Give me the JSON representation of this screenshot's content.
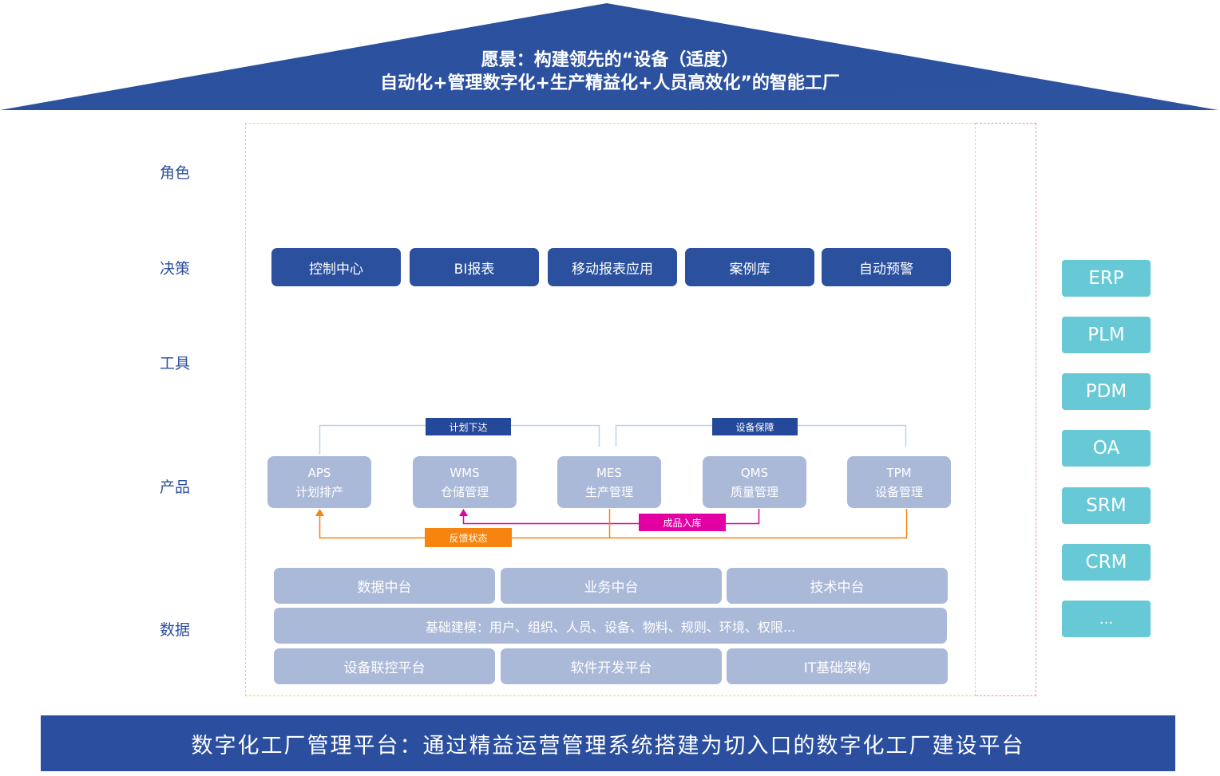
{
  "colors": {
    "brand_blue": "#2b4f9e",
    "product_box": "#abb9d9",
    "external_system": "#66c9d5",
    "plan_line": "#bcd3ee",
    "feedback_orange": "#f7840e",
    "warehouse_magenta": "#e200a3",
    "frame_yellow": "#f5e11a",
    "frame_pink": "#f08cc0"
  },
  "vision": {
    "line1": "愿景：构建领先的“设备（适度）",
    "line2": "自动化+管理数字化+生产精益化+人员高效化”的智能工厂"
  },
  "row_labels": [
    "角色",
    "决策",
    "工具",
    "产品",
    "数据"
  ],
  "decision": {
    "buttons": [
      "控制中心",
      "BI报表",
      "移动报表应用",
      "案例库",
      "自动预警"
    ]
  },
  "products": [
    {
      "code": "APS",
      "name": "计划排产"
    },
    {
      "code": "WMS",
      "name": "仓储管理"
    },
    {
      "code": "MES",
      "name": "生产管理"
    },
    {
      "code": "QMS",
      "name": "质量管理"
    },
    {
      "code": "TPM",
      "name": "设备管理"
    }
  ],
  "flows": {
    "plan_release": "计划下达",
    "equipment_support": "设备保障",
    "finished_goods_in": "成品入库",
    "feedback_status": "反馈状态"
  },
  "data_layer": {
    "middle_platforms": [
      "数据中台",
      "业务中台",
      "技术中台"
    ],
    "base_modeling": "基础建模：用户、组织、人员、设备、物料、规则、环境、权限...",
    "platforms": [
      "设备联控平台",
      "软件开发平台",
      "IT基础架构"
    ]
  },
  "external_systems": [
    "ERP",
    "PLM",
    "PDM",
    "OA",
    "SRM",
    "CRM",
    "..."
  ],
  "footer": {
    "text": "数字化工厂管理平台：通过精益运营管理系统搭建为切入口的数字化工厂建设平台"
  }
}
